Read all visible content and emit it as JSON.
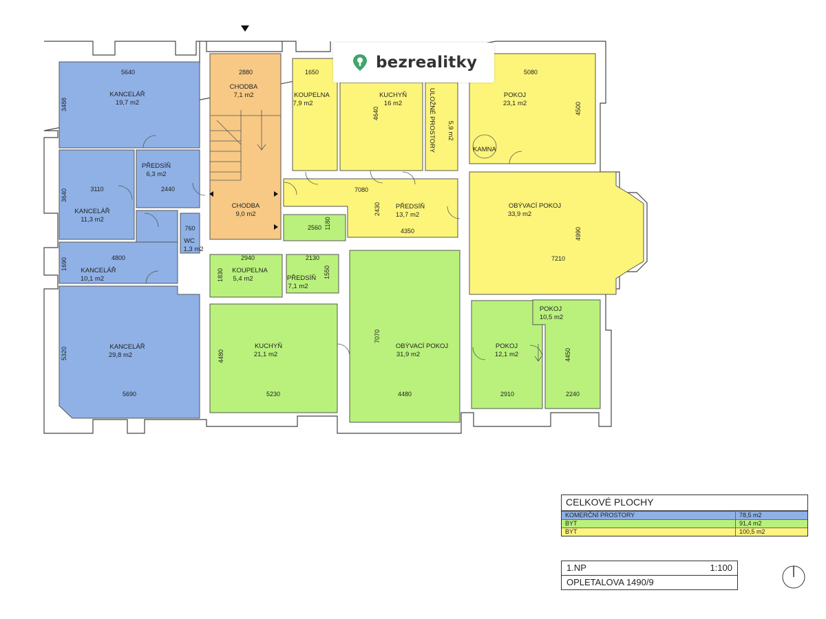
{
  "logo": {
    "text": "bezrealitky",
    "pin_color": "#3fa56a"
  },
  "plan": {
    "rooms": [
      {
        "id": "r1",
        "name": "KANCELÁŘ",
        "area": "19,7 m2",
        "color": "blue"
      },
      {
        "id": "r2",
        "name": "PŘEDSÍŇ",
        "area": "6,3 m2",
        "color": "blue"
      },
      {
        "id": "r3",
        "name": "KANCELÁŘ",
        "area": "11,3 m2",
        "color": "blue"
      },
      {
        "id": "r4",
        "name": "WC",
        "area": "1,3 m2",
        "color": "blue"
      },
      {
        "id": "r5",
        "name": "KANCELÁŘ",
        "area": "10,1 m2",
        "color": "blue"
      },
      {
        "id": "r6",
        "name": "KANCELÁŘ",
        "area": "29,8 m2",
        "color": "blue"
      },
      {
        "id": "r7",
        "name": "CHODBA",
        "area": "7,1 m2",
        "color": "orange"
      },
      {
        "id": "r8",
        "name": "CHODBA",
        "area": "9,0 m2",
        "color": "orange"
      },
      {
        "id": "r9",
        "name": "KOUPELNA",
        "area": "7,9 m2",
        "color": "yellow"
      },
      {
        "id": "r10",
        "name": "KUCHYŇ",
        "area": "16 m2",
        "color": "yellow"
      },
      {
        "id": "r11",
        "name": "ULOŽNÉ PROSTORY",
        "area": "5,9 m2",
        "color": "yellow"
      },
      {
        "id": "r12",
        "name": "POKOJ",
        "area": "23,1 m2",
        "color": "yellow"
      },
      {
        "id": "r13",
        "name": "PŘEDSÍŇ",
        "area": "13,7 m2",
        "color": "yellow"
      },
      {
        "id": "r14",
        "name": "OBÝVACÍ POKOJ",
        "area": "33,9 m2",
        "color": "yellow"
      },
      {
        "id": "r15",
        "name": "KOUPELNA",
        "area": "5,4 m2",
        "color": "green"
      },
      {
        "id": "r16",
        "name": "PŘEDSÍŇ",
        "area": "7,1 m2",
        "color": "green"
      },
      {
        "id": "r17",
        "name": "KUCHYŇ",
        "area": "21,1 m2",
        "color": "green"
      },
      {
        "id": "r18",
        "name": "OBÝVACÍ POKOJ",
        "area": "31,9 m2",
        "color": "green"
      },
      {
        "id": "r19",
        "name": "POKOJ",
        "area": "12,1 m2",
        "color": "green"
      },
      {
        "id": "r20",
        "name": "POKOJ",
        "area": "10,5 m2",
        "color": "green"
      }
    ],
    "kamna_label": "KAMNA",
    "dims": [
      "5640",
      "3488",
      "2880",
      "1650",
      "5080",
      "4640",
      "4500",
      "3110",
      "2440",
      "3640",
      "7080",
      "2430",
      "4350",
      "2560",
      "1180",
      "760",
      "4800",
      "1690",
      "2940",
      "2130",
      "1830",
      "1550",
      "4990",
      "7210",
      "7070",
      "4480",
      "5230",
      "4480",
      "2910",
      "2240",
      "4450",
      "5320",
      "5690"
    ]
  },
  "totals": {
    "title": "CELKOVÉ PLOCHY",
    "rows": [
      {
        "name": "KOMERČNÍ PROSTORY",
        "value": "78,5 m2",
        "color": "#8fb1e6"
      },
      {
        "name": "BYT",
        "value": "91,4 m2",
        "color": "#b9f17c"
      },
      {
        "name": "BYT",
        "value": "100,5 m2",
        "color": "#fdf57a"
      }
    ]
  },
  "titleblock": {
    "floor": "1.NP",
    "scale": "1:100",
    "address": "OPLETALOVA 1490/9"
  }
}
